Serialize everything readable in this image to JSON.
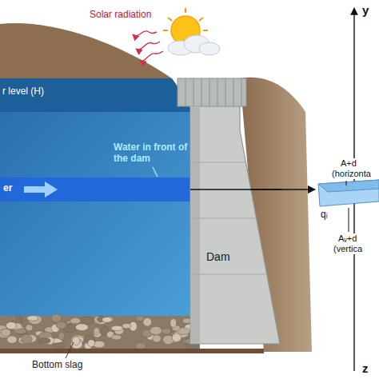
{
  "diagram": {
    "nodes": [
      {
        "text": [
          "Dam"
        ]
      }
    ],
    "labels": [
      "Solar radiation",
      "r level (H)",
      "Water in front of the dam",
      "er",
      "Bottom slag",
      "y",
      "z",
      "A+d",
      "(horizonta",
      "qᵢ",
      "Aᵥ+d",
      "(vertica"
    ]
  }
}
